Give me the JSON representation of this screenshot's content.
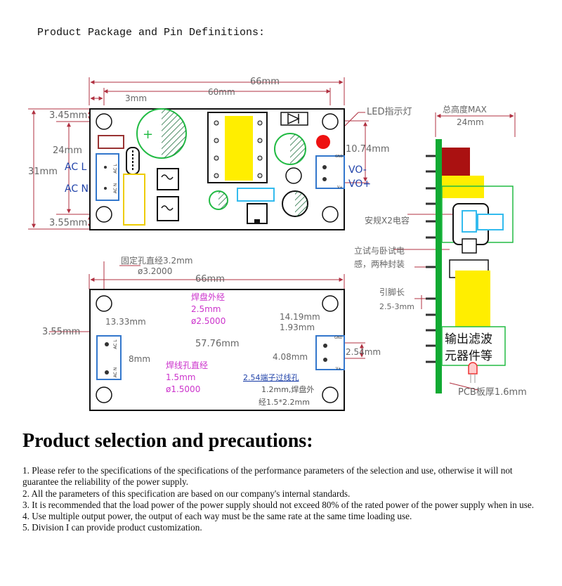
{
  "header": {
    "title": "Product Package and Pin Definitions:"
  },
  "top_view": {
    "width": "66mm",
    "hole_spacing": "60mm",
    "edge_offset": "3mm",
    "height": "31mm",
    "top_offset": "3.45mm",
    "mid_offset": "24mm",
    "bottom_offset": "3.55mm",
    "led_label": "LED指示灯",
    "out_offset": "10.74mm",
    "label_acl": "AC L",
    "label_acn": "AC N",
    "label_vneg": "VO-",
    "label_vpos": "VO+",
    "pin_acl": "AC L",
    "pin_acn": "AC N",
    "pin_gnd": "GND",
    "pin_v": "V+"
  },
  "side_view": {
    "height_label": "总高度MAX",
    "height_value": "24mm",
    "x2_label": "安规X2电容",
    "mount_label_1": "立试与卧试电",
    "mount_label_2": "感，两种封装",
    "pin_len_label": "引脚长",
    "pin_len_value": "2.5-3mm",
    "filter_label_1": "输出滤波",
    "filter_label_2": "元器件等",
    "pcb_label": "PCB板厚1.6mm"
  },
  "bottom_view": {
    "hole_label": "固定孔直经3.2mm",
    "hole_value": "ø3.2000",
    "width": "66mm",
    "pad_label": "焊盘外经",
    "pad_value": "2.5mm",
    "pad_value2": "ø2.5000",
    "edge_left": "3.55mm",
    "offset_a": "13.33mm",
    "offset_b": "14.19mm",
    "offset_c": "1.93mm",
    "pin_span": "57.76mm",
    "pin_pitch": "8mm",
    "out_pitch": "4.08mm",
    "out_gap": "2.54mm",
    "wire_hole_label": "焊线孔直经",
    "wire_hole_value": "1.5mm",
    "wire_hole_value2": "ø1.5000",
    "terminal_label": "2.54端子过线孔",
    "terminal_desc_1": "1.2mm,焊盘外",
    "terminal_desc_2": "经1.5*2.2mm",
    "pin_acl": "AC L",
    "pin_acn": "AC N",
    "pin_gnd": "GND",
    "pin_v": "V+"
  },
  "selection": {
    "title": "Product selection and precautions:",
    "notes": [
      "1. Please refer to the specifications of  the specifications of the performance parameters of the selection and use, otherwise it will not guarantee the reliability of the power supply.",
      "2. All the parameters of this specification are based on our company's internal standards.",
      "3. It is recommended that the load power of the power supply should not exceed 80% of the rated power of the power supply when in use.",
      "4. Use multiple output power, the output of each way must be the same rate at the same time loading use.",
      "5. Division I can provide product customization."
    ]
  },
  "colors": {
    "dim": "#b03040",
    "pad_line": "#cc33cc",
    "led": "#ee1111",
    "cap_green": "#22bb44",
    "yellow": "#ffee00",
    "pcb_green": "#11aa33",
    "cyan": "#33bbee"
  }
}
